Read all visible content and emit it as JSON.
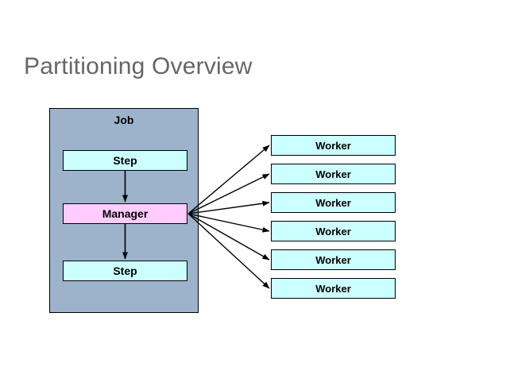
{
  "slide": {
    "title": "Partitioning Overview",
    "background_color": "#ffffff",
    "title_color": "#666666"
  },
  "job": {
    "label": "Job",
    "fill_color": "#9db3cc",
    "border_color": "#000000",
    "nodes": [
      {
        "label": "Step",
        "kind": "step",
        "fill_color": "#ccffff"
      },
      {
        "label": "Manager",
        "kind": "manager",
        "fill_color": "#ffccff"
      },
      {
        "label": "Step",
        "kind": "step",
        "fill_color": "#ccffff"
      }
    ]
  },
  "workers": {
    "fill_color": "#ccffff",
    "border_color": "#000000",
    "items": [
      {
        "label": "Worker"
      },
      {
        "label": "Worker"
      },
      {
        "label": "Worker"
      },
      {
        "label": "Worker"
      },
      {
        "label": "Worker"
      },
      {
        "label": "Worker"
      }
    ]
  },
  "connectors": {
    "arrow_color": "#000000",
    "internal_flow": [
      {
        "from": "Step",
        "to": "Manager"
      },
      {
        "from": "Manager",
        "to": "Step"
      }
    ],
    "fan_out_from": "Manager",
    "fan_out_count": 6
  }
}
